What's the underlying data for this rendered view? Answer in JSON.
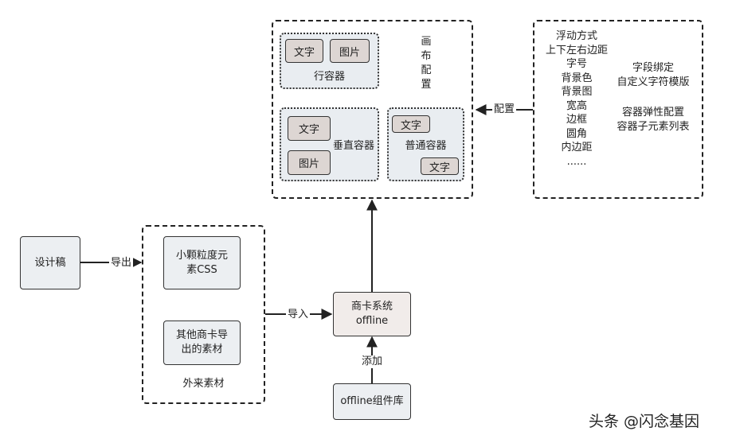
{
  "canvas_config": {
    "title": "画布配置",
    "row_container": {
      "label": "行容器",
      "items": [
        "文字",
        "图片"
      ]
    },
    "vertical_container": {
      "label": "垂直容器",
      "items": [
        "文字",
        "图片"
      ]
    },
    "normal_container": {
      "label": "普通容器",
      "items": [
        "文字",
        "文字"
      ]
    }
  },
  "config_panel": {
    "left_items": [
      "浮动方式",
      "上下左右边距",
      "字号",
      "背景色",
      "背景图",
      "宽高",
      "边框",
      "圆角",
      "内边距",
      "......"
    ],
    "right_items": [
      "字段绑定",
      "自定义字符模版",
      "容器弹性配置",
      "容器子元素列表"
    ]
  },
  "nodes": {
    "design": "设计稿",
    "small_css": "小颗粒度元素CSS",
    "other_materials": "其他商卡导出的素材",
    "external_group_label": "外来素材",
    "system": "商卡系统offline",
    "component_lib": "offline组件库"
  },
  "edges": {
    "config": "配置",
    "export": "导出",
    "import": "导入",
    "add": "添加"
  },
  "watermark": "头条 @闪念基因"
}
